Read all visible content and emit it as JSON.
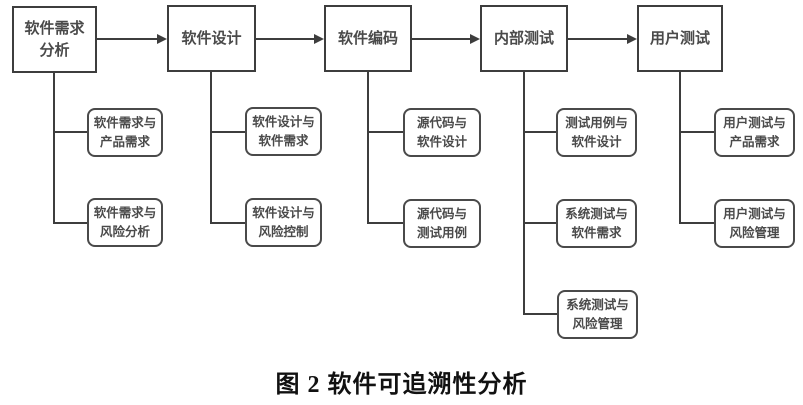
{
  "diagram": {
    "stages": [
      {
        "label": "软件需求\n分析"
      },
      {
        "label": "软件设计"
      },
      {
        "label": "软件编码"
      },
      {
        "label": "内部测试"
      },
      {
        "label": "用户测试"
      }
    ],
    "columns": [
      {
        "stage": "软件需求分析",
        "items": [
          "软件需求与\n产品需求",
          "软件需求与\n风险分析"
        ]
      },
      {
        "stage": "软件设计",
        "items": [
          "软件设计与\n软件需求",
          "软件设计与\n风险控制"
        ]
      },
      {
        "stage": "软件编码",
        "items": [
          "源代码与\n软件设计",
          "源代码与\n测试用例"
        ]
      },
      {
        "stage": "内部测试",
        "items": [
          "测试用例与\n软件设计",
          "系统测试与\n软件需求",
          "系统测试与\n风险管理"
        ]
      },
      {
        "stage": "用户测试",
        "items": [
          "用户测试与\n产品需求",
          "用户测试与\n风险管理"
        ]
      }
    ]
  },
  "caption": "图 2  软件可追溯性分析",
  "colors": {
    "line": "#3d3d3d",
    "text": "#4a4a4a",
    "background": "#ffffff"
  }
}
